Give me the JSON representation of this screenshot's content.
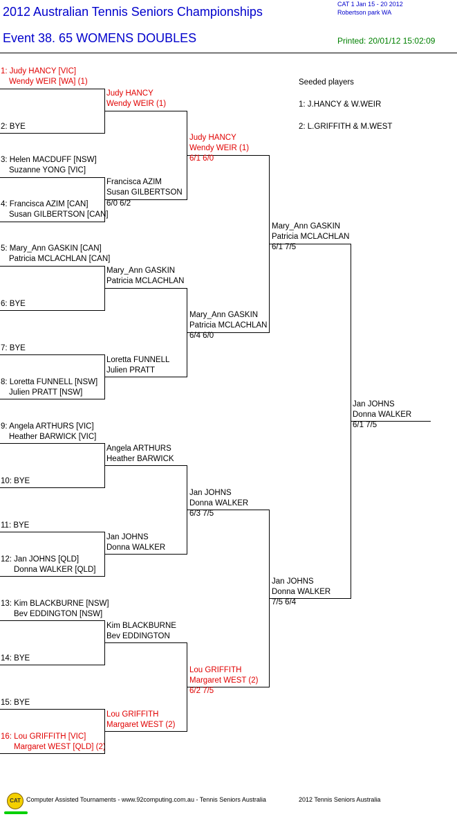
{
  "header": {
    "title": "2012 Australian Tennis Seniors Championships",
    "event": "Event 38. 65 WOMENS DOUBLES",
    "category": "CAT 1    Jan 15 - 20 2012",
    "venue": "Robertson park    WA",
    "printed": "Printed: 20/01/12 15:02:09"
  },
  "seeds": {
    "heading": "Seeded players",
    "list": [
      "1: J.HANCY & W.WEIR",
      "2: L.GRIFFITH & M.WEST"
    ]
  },
  "round1": [
    {
      "line1": "1: Judy HANCY [VIC]",
      "line2": "Wendy WEIR [WA] (1)"
    },
    {
      "line1": "2: BYE",
      "line2": ""
    },
    {
      "line1": "3: Helen MACDUFF [NSW]",
      "line2": "Suzanne YONG [VIC]"
    },
    {
      "line1": "4: Francisca AZIM [CAN]",
      "line2": "Susan GILBERTSON [CAN]"
    },
    {
      "line1": "5: Mary_Ann GASKIN [CAN]",
      "line2": "Patricia MCLACHLAN [CAN]"
    },
    {
      "line1": "6: BYE",
      "line2": ""
    },
    {
      "line1": "7: BYE",
      "line2": ""
    },
    {
      "line1": "8: Loretta FUNNELL [NSW]",
      "line2": "Julien PRATT [NSW]"
    },
    {
      "line1": "9: Angela ARTHURS [VIC]",
      "line2": "Heather BARWICK [VIC]"
    },
    {
      "line1": "10: BYE",
      "line2": ""
    },
    {
      "line1": "11: BYE",
      "line2": ""
    },
    {
      "line1": "12: Jan JOHNS [QLD]",
      "line2": "Donna WALKER [QLD]"
    },
    {
      "line1": "13: Kim BLACKBURNE [NSW]",
      "line2": "Bev EDDINGTON [NSW]"
    },
    {
      "line1": "14: BYE",
      "line2": ""
    },
    {
      "line1": "15: BYE",
      "line2": ""
    },
    {
      "line1": "16: Lou GRIFFITH [VIC]",
      "line2": "Margaret WEST [QLD] (2)"
    }
  ],
  "round2": [
    {
      "line1": "Judy HANCY",
      "line2": "Wendy WEIR (1)",
      "score": ""
    },
    {
      "line1": "Francisca AZIM",
      "line2": "Susan GILBERTSON",
      "score": "6/0 6/2"
    },
    {
      "line1": "Mary_Ann GASKIN",
      "line2": "Patricia MCLACHLAN",
      "score": ""
    },
    {
      "line1": "Loretta FUNNELL",
      "line2": "Julien PRATT",
      "score": ""
    },
    {
      "line1": "Angela ARTHURS",
      "line2": "Heather BARWICK",
      "score": ""
    },
    {
      "line1": "Jan JOHNS",
      "line2": "Donna WALKER",
      "score": ""
    },
    {
      "line1": "Kim BLACKBURNE",
      "line2": "Bev EDDINGTON",
      "score": ""
    },
    {
      "line1": "Lou GRIFFITH",
      "line2": "Margaret WEST (2)",
      "score": ""
    }
  ],
  "round3": [
    {
      "line1": "Judy HANCY",
      "line2": "Wendy WEIR (1)",
      "score": "6/1 6/0"
    },
    {
      "line1": "Mary_Ann GASKIN",
      "line2": "Patricia MCLACHLAN",
      "score": "6/4 6/0"
    },
    {
      "line1": "Jan JOHNS",
      "line2": "Donna WALKER",
      "score": "6/3 7/5"
    },
    {
      "line1": "Lou GRIFFITH",
      "line2": "Margaret WEST (2)",
      "score": "6/2 7/5"
    }
  ],
  "round4": [
    {
      "line1": "Mary_Ann GASKIN",
      "line2": "Patricia MCLACHLAN",
      "score": "6/1 7/5"
    },
    {
      "line1": "Jan JOHNS",
      "line2": "Donna WALKER",
      "score": "7/5 6/4"
    }
  ],
  "final": {
    "line1": "Jan JOHNS",
    "line2": "Donna WALKER",
    "score": "6/1 7/5"
  },
  "footer": {
    "logo": "CAT",
    "text": "Computer Assisted Tournaments - www.92computing.com.au -  Tennis Seniors Australia",
    "right": "2012 Tennis Seniors Australia"
  },
  "colors": {
    "seed": "#e00000",
    "header": "#0000cc",
    "printed": "#008000"
  }
}
